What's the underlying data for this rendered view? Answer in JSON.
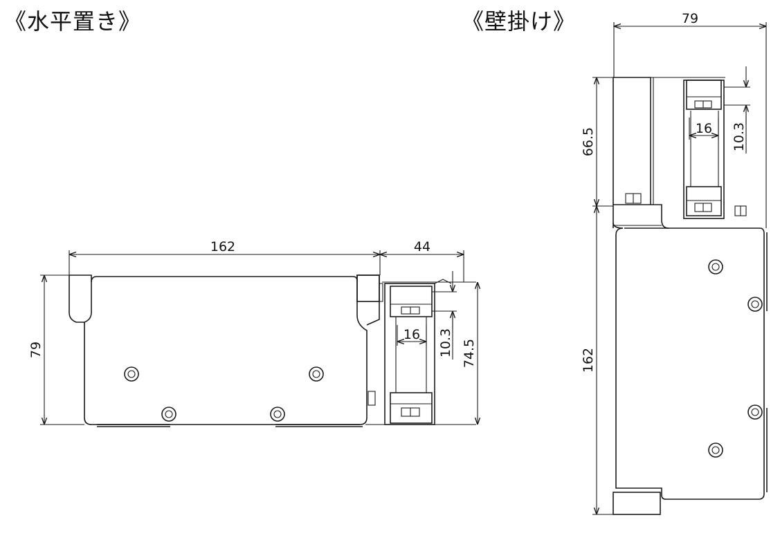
{
  "titles": {
    "horizontal": "《水平置き》",
    "wall": "《壁掛け》"
  },
  "horizontal_view": {
    "dims": {
      "length": "162",
      "side_width": "44",
      "height": "79",
      "side_height": "74.5",
      "terminal_pitch": "10.3",
      "terminal_width": "16"
    }
  },
  "wall_view": {
    "dims": {
      "width": "79",
      "upper_height": "66.5",
      "length": "162",
      "terminal_pitch": "10.3",
      "terminal_width": "16"
    }
  }
}
